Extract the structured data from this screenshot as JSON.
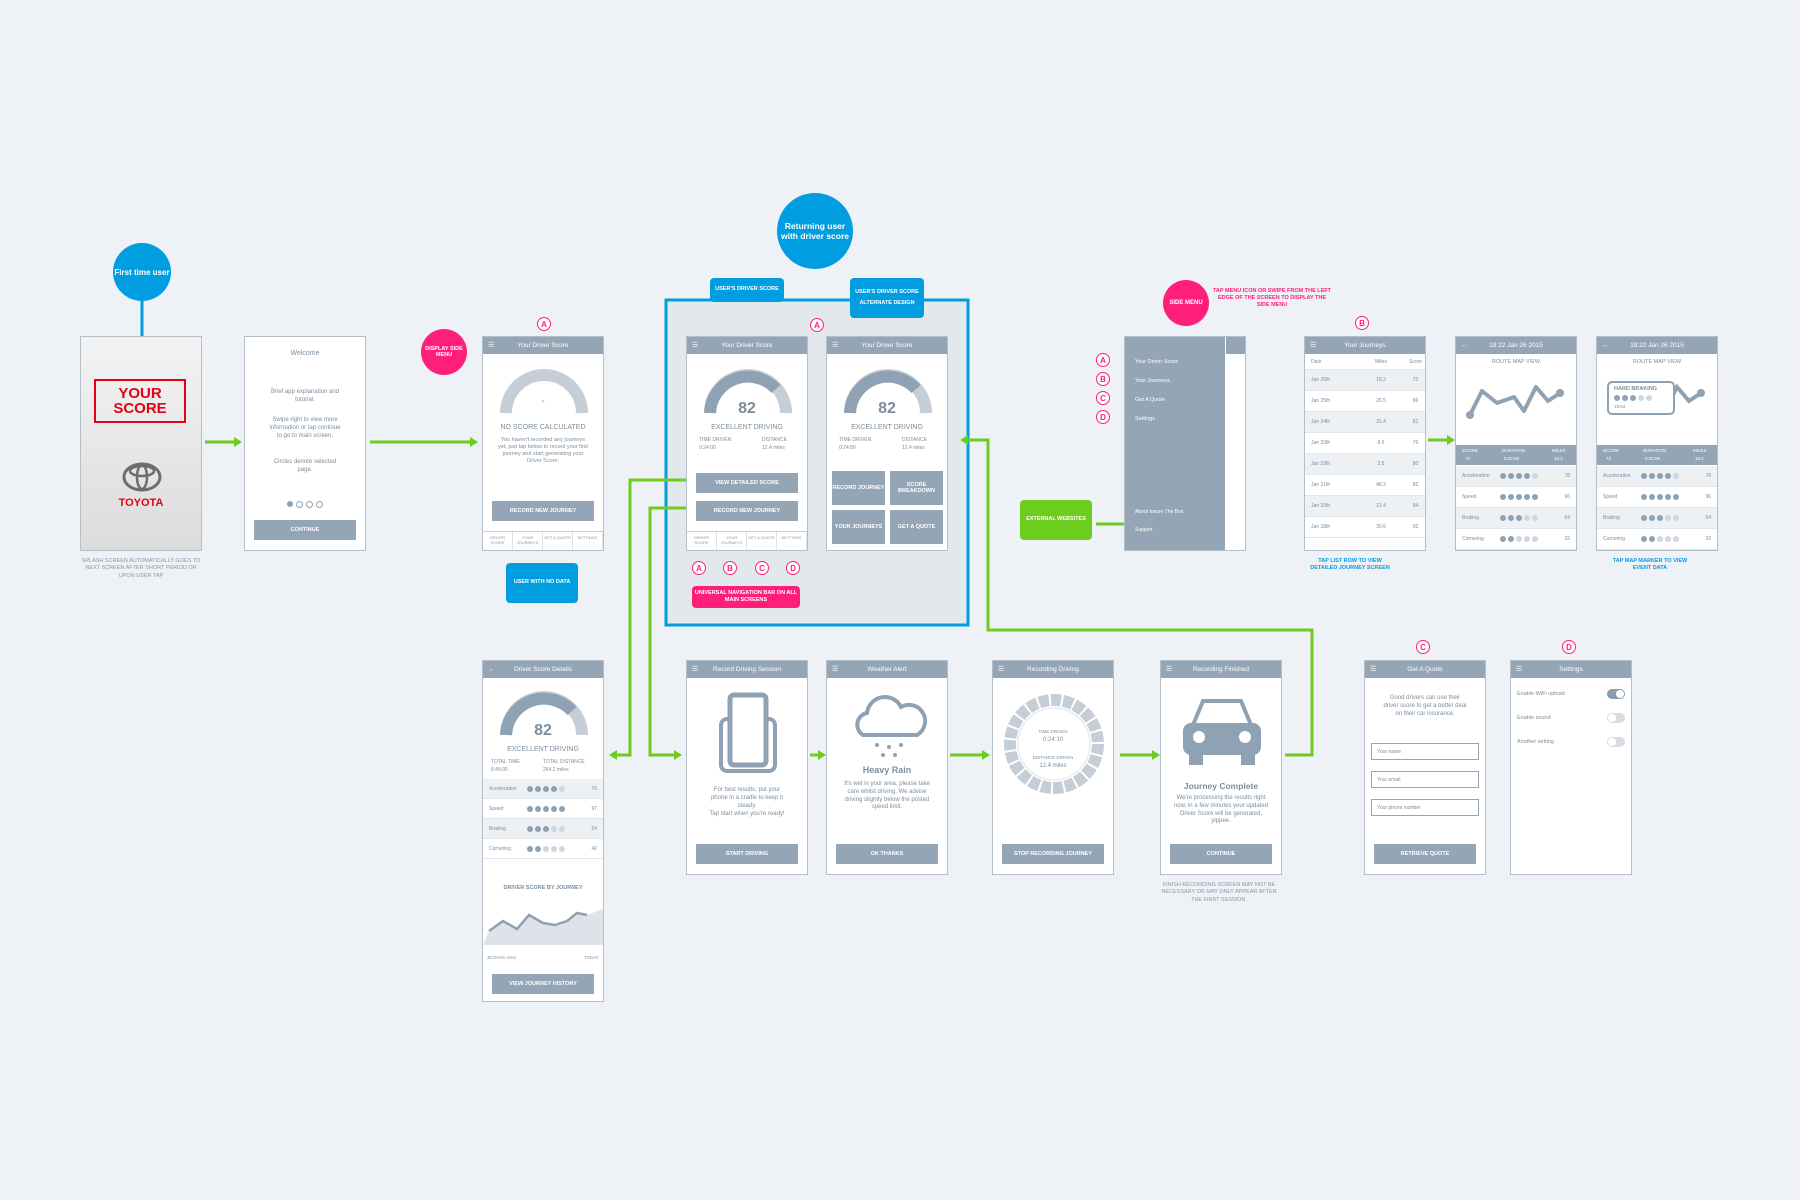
{
  "colors": {
    "accent_blue": "#009ee0",
    "accent_pink": "#ff1f7a",
    "accent_green": "#6dcc1e",
    "wire": "#94a6b6"
  },
  "callouts": {
    "first_time": "First time user",
    "returning": "Returning user with driver score",
    "display_side_menu": "DISPLAY SIDE MENU",
    "side_menu": "SIDE MENU",
    "side_menu_note": "TAP MENU ICON OR SWIPE FROM THE LEFT EDGE OF THE SCREEN TO DISPLAY THE SIDE MENU",
    "users_driver_score": "USER'S DRIVER SCORE",
    "users_driver_score_alt": "USER'S DRIVER SCORE",
    "alternate_design": "ALTERNATE DESIGN",
    "user_no_data": "USER WITH NO DATA",
    "universal_nav": "UNIVERSAL NAVIGATION BAR ON ALL MAIN SCREENS",
    "external_websites": "EXTERNAL WEBSITES",
    "splash_note": "SPLASH SCREEN AUTOMATICALLY GOES TO NEXT SCREEN AFTER SHORT PERIOD OR UPON USER TAP",
    "tap_list_row": "TAP LIST ROW TO VIEW DETAILED JOURNEY SCREEN",
    "tap_map_marker": "TAP MAP MARKER TO VIEW EVENT DATA",
    "finish_note": "FINISH RECORDING SCREEN MAY NOT BE NECESSARY OR MAY ONLY APPEAR AFTER THE FIRST SESSION."
  },
  "markers": {
    "a": "A",
    "b": "B",
    "c": "C",
    "d": "D"
  },
  "splash": {
    "logo_line1": "YOUR",
    "logo_line2": "SCORE",
    "brand": "TOYOTA"
  },
  "welcome": {
    "title": "Welcome",
    "line1": "Brief app explanation and tutorial.",
    "line2": "Swipe right to view more information or tap continue to go to main screen.",
    "line3": "Circles denote selected page.",
    "continue": "CONTINUE"
  },
  "noscore": {
    "title": "Your Driver Score",
    "dash": "-",
    "heading": "NO SCORE CALCULATED",
    "body": "You haven't recorded any journeys yet, just tap below to record your first journey and start generating your Driver Score.",
    "button": "RECORD NEW JOURNEY"
  },
  "nav": {
    "driver_score": "DRIVER SCORE",
    "your_journeys": "YOUR JOURNEYS",
    "get_a_quote": "GET A QUOTE",
    "settings": "SETTINGS"
  },
  "score": {
    "title": "Your Driver Score",
    "value": "82",
    "label": "EXCELLENT DRIVING",
    "time_label": "TIME DRIVEN",
    "time": "0:24:00",
    "dist_label": "DISTANCE",
    "dist": "12.4 miles",
    "btn_detail": "VIEW DETAILED SCORE",
    "btn_record": "RECORD NEW JOURNEY",
    "alt_record": "RECORD JOURNEY",
    "alt_breakdown": "SCORE BREAKDOWN",
    "alt_journeys": "YOUR JOURNEYS",
    "alt_quote": "GET A QUOTE"
  },
  "sidemenu": {
    "items": [
      "Your Driver Score",
      "Your Journeys",
      "Get A Quote",
      "Settings"
    ],
    "about": "About Insure The Box",
    "support": "Support"
  },
  "journeys": {
    "title": "Your Journeys",
    "col_date": "Date",
    "col_miles": "Miles",
    "col_score": "Score",
    "rows": [
      [
        "Jan 26th",
        "18.2",
        "72"
      ],
      [
        "Jan 25th",
        "26.5",
        "86"
      ],
      [
        "Jan 24th",
        "31.4",
        "81"
      ],
      [
        "Jan 23th",
        "8.6",
        "79"
      ],
      [
        "Jan 23th",
        "3.5",
        "80"
      ],
      [
        "Jan 21th",
        "48.2",
        "82"
      ],
      [
        "Jan 20th",
        "21.4",
        "84"
      ],
      [
        "Jan 18th",
        "30.6",
        "92"
      ]
    ]
  },
  "route": {
    "title": "19:22 Jan 26 2015",
    "sub": "ROUTE MAP VIEW",
    "score_label": "SCORE",
    "score": "72",
    "dur_label": "DURATION",
    "dur": "0:32:06",
    "miles_label": "MILES",
    "miles": "18.2",
    "hard_braking": "HARD BRAKING",
    "hb_time": "19:54",
    "metrics": [
      [
        "Acceleration",
        "78"
      ],
      [
        "Speed",
        "96"
      ],
      [
        "Braking",
        "64"
      ],
      [
        "Cornering",
        "32"
      ]
    ]
  },
  "details": {
    "title": "Driver Score Details",
    "value": "82",
    "label": "EXCELLENT DRIVING",
    "total_time_label": "TOTAL TIME",
    "total_time": "6:45:00",
    "total_dist_label": "TOTAL DISTANCE",
    "total_dist": "264.2 miles",
    "metrics": [
      [
        "Acceleration",
        "76"
      ],
      [
        "Speed",
        "97"
      ],
      [
        "Braking",
        "54"
      ],
      [
        "Cornering",
        "42"
      ]
    ],
    "by_journey": "DRIVER SCORE BY JOURNEY",
    "ago": "30 DAYS AGO",
    "today": "TODAY",
    "history": "VIEW JOURNEY HISTORY"
  },
  "record": {
    "title": "Record Driving Session",
    "body1": "For best results, put your phone in a cradle to keep it steady.",
    "body2": "Tap start when you're ready!",
    "button": "START DRIVING"
  },
  "weather": {
    "title": "Weather Alert",
    "heading": "Heavy Rain",
    "body": "It's wet in your area, please take care whilst driving. We advise driving slightly below the posted speed limit.",
    "button": "OK THANKS"
  },
  "recording": {
    "title": "Recording Driving",
    "time_label": "TIME DRIVEN",
    "time": "0:24:10",
    "dist_label": "DISTANCE DRIVEN",
    "dist": "12.4 miles",
    "button": "STOP RECORDING JOURNEY"
  },
  "finished": {
    "title": "Recording Finished",
    "heading": "Journey Complete",
    "body": "We're processing the results right now, in a few minutes your updated Driver Score will be generated, yippee.",
    "button": "CONTINUE"
  },
  "quote": {
    "title": "Get A Quote",
    "body": "Good drivers can use their driver score to get a better deal on their car insurance.",
    "f1": "Your name",
    "f2": "Your email",
    "f3": "Your phone number",
    "button": "RETRIEVE QUOTE"
  },
  "settings": {
    "title": "Settings",
    "s1": "Enable WiFi upload",
    "s2": "Enable sound",
    "s3": "Another setting"
  }
}
